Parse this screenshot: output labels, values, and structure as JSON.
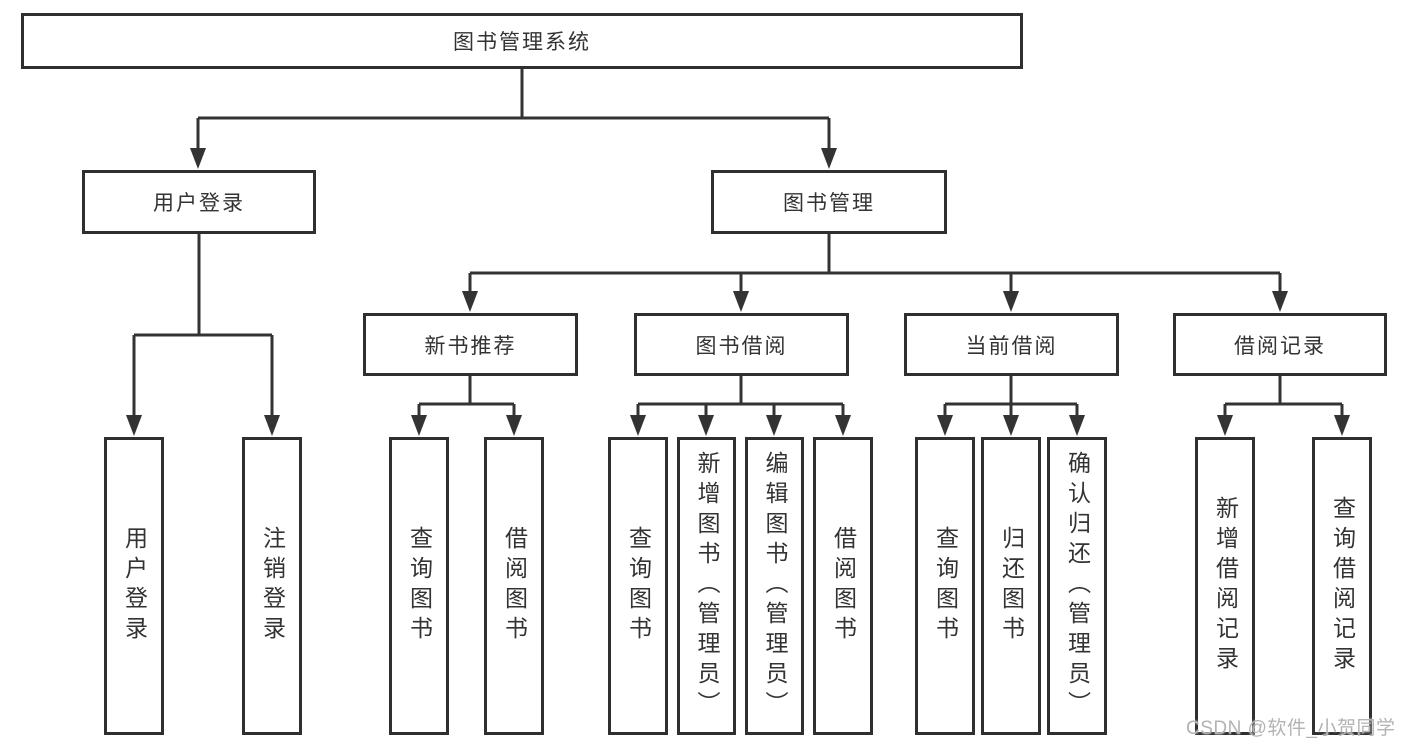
{
  "colors": {
    "line": "#333333",
    "border": "#2f2f2f",
    "text": "#333333",
    "watermark": "#b3b3b3",
    "bg": "#ffffff"
  },
  "root": {
    "label": "图书管理系统"
  },
  "branches": {
    "user_login": {
      "label": "用户登录",
      "children": [
        "用户登录",
        "注销登录"
      ]
    },
    "book_management": {
      "label": "图书管理"
    }
  },
  "modules": [
    {
      "label": "新书推荐",
      "children": [
        "查询图书",
        "借阅图书"
      ]
    },
    {
      "label": "图书借阅",
      "children": [
        "查询图书",
        "新增图书（管理员）",
        "编辑图书（管理员）",
        "借阅图书"
      ]
    },
    {
      "label": "当前借阅",
      "children": [
        "查询图书",
        "归还图书",
        "确认归还（管理员）"
      ]
    },
    {
      "label": "借阅记录",
      "children": [
        "新增借阅记录",
        "查询借阅记录"
      ]
    }
  ],
  "watermark": "CSDN @软件_小贺同学"
}
